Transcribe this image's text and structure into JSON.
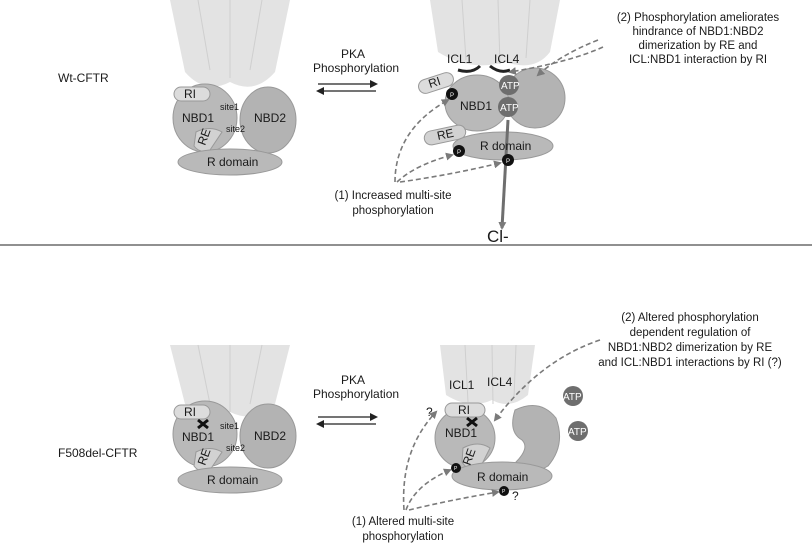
{
  "top_panel": {
    "row_label": "Wt-CFTR",
    "left": {
      "ri": "RI",
      "nbd1": "NBD1",
      "nbd2": "NBD2",
      "site1": "site1",
      "site2": "site2",
      "re": "RE",
      "r_domain": "R domain"
    },
    "arrow_label": [
      "PKA",
      "Phosphorylation"
    ],
    "right": {
      "icl1": "ICL1",
      "icl4": "ICL4",
      "ri": "RI",
      "nbd1": "NBD1",
      "atp_1": "ATP",
      "atp_2": "ATP",
      "re": "RE",
      "r_domain": "R domain",
      "p": "P"
    },
    "annotation_2": [
      "(2) Phosphorylation ameliorates",
      "hindrance of NBD1:NBD2",
      "dimerization by RE and",
      "ICL:NBD1 interaction by RI"
    ],
    "annotation_1": [
      "(1) Increased multi-site",
      "phosphorylation"
    ],
    "ion": "Cl-"
  },
  "bottom_panel": {
    "row_label": "F508del-CFTR",
    "left": {
      "ri": "RI",
      "nbd1": "NBD1",
      "nbd2": "NBD2",
      "site1": "site1",
      "site2": "site2",
      "re": "RE",
      "r_domain": "R domain"
    },
    "arrow_label": [
      "PKA",
      "Phosphorylation"
    ],
    "right": {
      "icl1": "ICL1",
      "icl4": "ICL4",
      "ri": "RI",
      "nbd1": "NBD1",
      "atp_1": "ATP",
      "atp_2": "ATP",
      "re": "RE",
      "r_domain": "R domain",
      "p": "P",
      "question": "?"
    },
    "annotation_2": [
      "(2) Altered phosphorylation",
      "dependent regulation of",
      "NBD1:NBD2 dimerization by RE",
      "and ICL:NBD1 interactions by RI (?)"
    ],
    "annotation_1": [
      "(1) Altered multi-site",
      "phosphorylation"
    ]
  },
  "colors": {
    "membrane": "#e3e3e3",
    "domain": "#b9b9b9",
    "domain_dark": "#a9a9a9",
    "ri_fill": "#dcdcdc",
    "atp": "#6e6e6e",
    "phospho": "#111111",
    "arrow": "#7a7a7a"
  }
}
